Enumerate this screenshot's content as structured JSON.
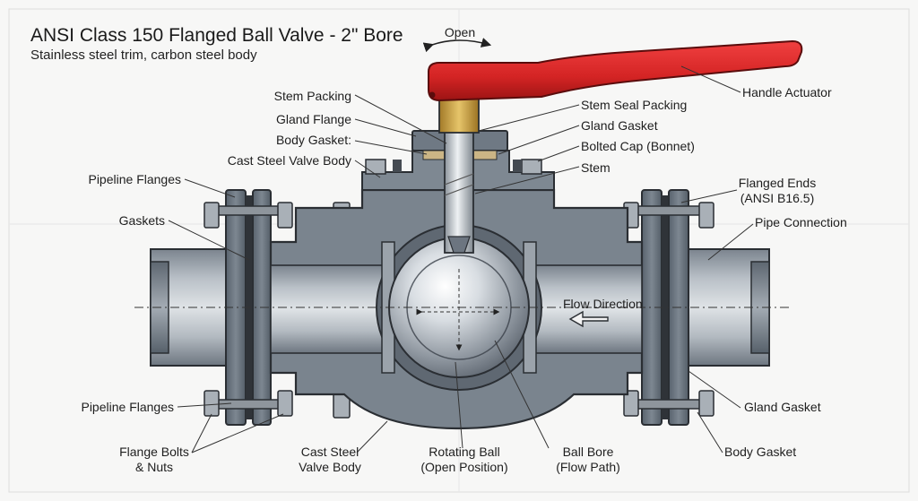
{
  "title": "ANSI Class 150 Flanged Ball Valve - 2\" Bore",
  "subtitle": "Stainless steel trim, carbon steel body",
  "open_label": "Open",
  "flow_label": "Flow Direction",
  "labels": {
    "stem_packing": "Stem Packing",
    "gland_flange": "Gland Flange",
    "body_gasket_left": "Body Gasket:",
    "cast_steel_valve_body_top": "Cast Steel Valve Body",
    "pipeline_flanges_top": "Pipeline Flanges",
    "gaskets": "Gaskets",
    "pipeline_flanges_bottom": "Pipeline Flanges",
    "flange_bolts_line1": "Flange Bolts",
    "flange_bolts_line2": "& Nuts",
    "cast_steel_line1": "Cast Steel",
    "cast_steel_line2": "Valve Body",
    "rotating_ball_line1": "Rotating Ball",
    "rotating_ball_line2": "(Open Position)",
    "ball_bore_line1": "Ball Bore",
    "ball_bore_line2": "(Flow Path)",
    "handle_actuator": "Handle Actuator",
    "stem_seal_packing": "Stem Seal Packing",
    "gland_gasket_top": "Gland Gasket",
    "bolted_cap": "Bolted Cap (Bonnet)",
    "stem": "Stem",
    "flanged_ends_line1": "Flanged Ends",
    "flanged_ends_line2": "(ANSI B16.5)",
    "pipe_connection": "Pipe Connection",
    "gland_gasket_bottom": "Gland Gasket",
    "body_gasket_right": "Body Gasket"
  },
  "colors": {
    "handle": "#d42424",
    "brass": "#c9a040",
    "steel_dark": "#66707c",
    "steel_mid": "#8f98a2",
    "steel_light": "#c9cfd5",
    "outline": "#2a2e33",
    "background": "#f7f7f6"
  }
}
